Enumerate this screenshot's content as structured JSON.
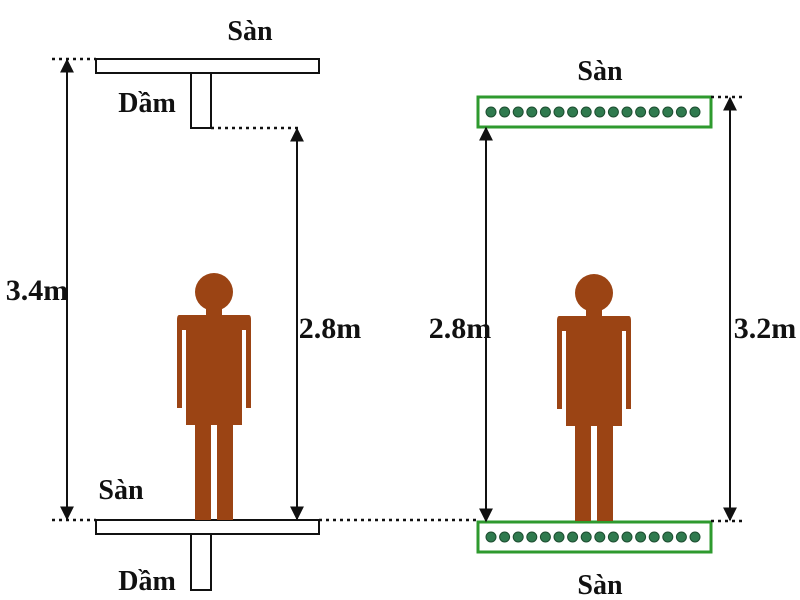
{
  "left_section": {
    "top_slab_label": "Sàn",
    "top_beam_label": "Dầm",
    "total_height_label": "3.4m",
    "clear_height_label": "2.8m",
    "bottom_slab_label": "Sàn",
    "bottom_beam_label": "Dầm"
  },
  "right_section": {
    "top_slab_label": "Sàn",
    "clear_height_label": "2.8m",
    "total_height_label": "3.2m",
    "bottom_slab_label": "Sàn"
  },
  "colors": {
    "person": "#9b4414",
    "slab_outline": "#2e9a2e",
    "void_fill": "#2f7a4e",
    "line": "#111111"
  }
}
